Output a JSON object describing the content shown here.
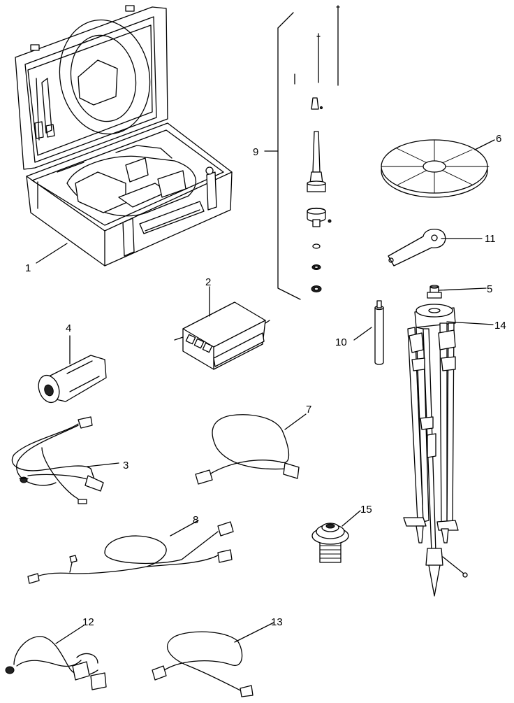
{
  "diagram": {
    "callouts": [
      {
        "id": "1",
        "label": "1"
      },
      {
        "id": "2",
        "label": "2"
      },
      {
        "id": "3",
        "label": "3"
      },
      {
        "id": "4",
        "label": "4"
      },
      {
        "id": "5",
        "label": "5"
      },
      {
        "id": "6",
        "label": "6"
      },
      {
        "id": "7",
        "label": "7"
      },
      {
        "id": "8",
        "label": "8"
      },
      {
        "id": "9",
        "label": "9"
      },
      {
        "id": "10",
        "label": "10"
      },
      {
        "id": "11",
        "label": "11"
      },
      {
        "id": "12",
        "label": "12"
      },
      {
        "id": "13",
        "label": "13"
      },
      {
        "id": "14",
        "label": "14"
      },
      {
        "id": "15",
        "label": "15"
      }
    ],
    "parts": [
      {
        "callout": "1",
        "icon": "carrying-case-icon"
      },
      {
        "callout": "2",
        "icon": "receiver-unit-icon"
      },
      {
        "callout": "3",
        "icon": "power-cable-icon"
      },
      {
        "callout": "4",
        "icon": "battery-icon"
      },
      {
        "callout": "5",
        "icon": "adapter-screw-icon"
      },
      {
        "callout": "6",
        "icon": "ground-plane-disc-icon"
      },
      {
        "callout": "7",
        "icon": "antenna-cable-icon"
      },
      {
        "callout": "8",
        "icon": "y-cable-icon"
      },
      {
        "callout": "9",
        "icon": "radio-antenna-kit-icon"
      },
      {
        "callout": "10",
        "icon": "extension-rod-icon"
      },
      {
        "callout": "11",
        "icon": "spanner-wrench-icon"
      },
      {
        "callout": "12",
        "icon": "data-cable-icon"
      },
      {
        "callout": "13",
        "icon": "coax-cable-icon"
      },
      {
        "callout": "14",
        "icon": "tripod-icon"
      },
      {
        "callout": "15",
        "icon": "antenna-mount-icon"
      }
    ]
  }
}
